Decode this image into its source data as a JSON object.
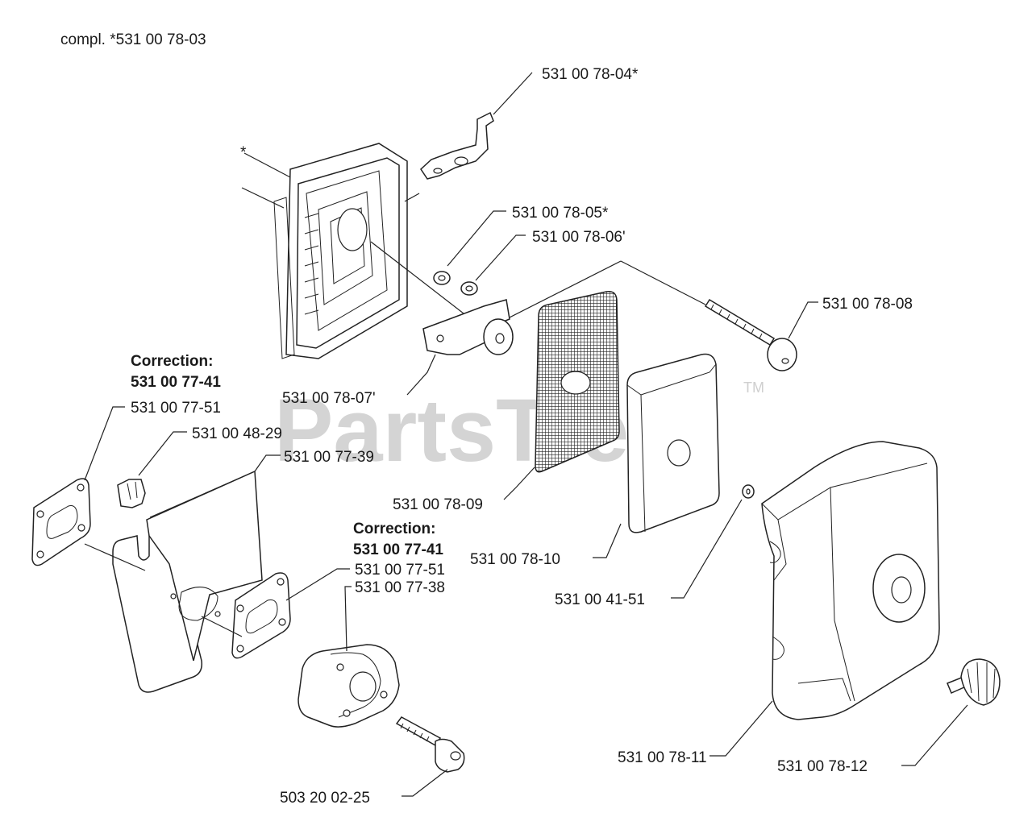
{
  "header": {
    "assembly": "compl. *531 00 78-03"
  },
  "watermark": {
    "text": "PartsTree",
    "tm": "TM"
  },
  "corrections": [
    {
      "title": "Correction:",
      "part": "531 00 77-41"
    },
    {
      "title": "Correction:",
      "part": "531 00 77-41"
    }
  ],
  "labels": {
    "p04": "531 00 78-04*",
    "p05": "531 00 78-05*",
    "p06": "531 00 78-06'",
    "p08": "531 00 78-08",
    "p07": "531 00 78-07'",
    "p09": "531 00 78-09",
    "p10": "531 00 78-10",
    "p4151": "531 00 41-51",
    "p11": "531 00 78-11",
    "p12": "531 00 78-12",
    "p7751a": "531 00 77-51",
    "p4829": "531 00 48-29",
    "p7739": "531 00 77-39",
    "p7751b": "531 00 77-51",
    "p7738": "531 00 77-38",
    "p0225": "503 20 02-25",
    "star": "*"
  }
}
